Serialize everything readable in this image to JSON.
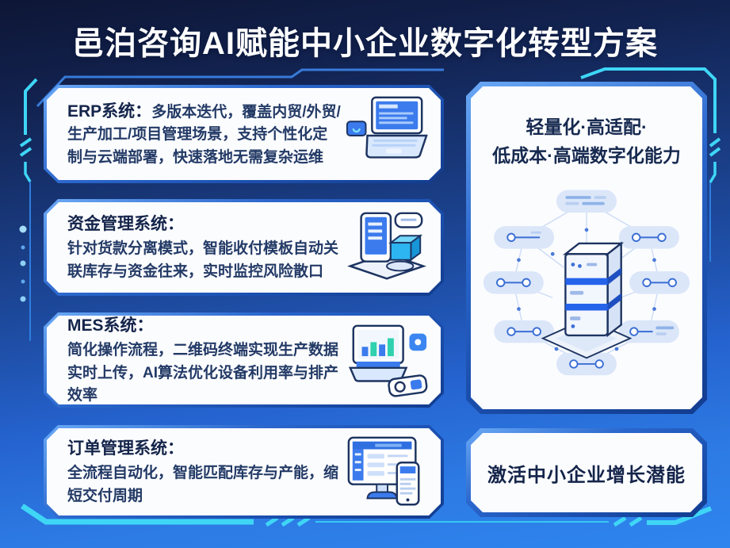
{
  "title": "邑泊咨询AI赋能中小企业数字化转型方案",
  "cards": [
    {
      "heading": "ERP系统：",
      "body": "多版本迭代，覆盖内贸/外贸/生产加工/项目管理场景，支持个性化定制与云端部署，快速落地无需复杂运维",
      "icon": "laptop-tag-icon"
    },
    {
      "heading": "资金管理系统：",
      "body": "针对货款分离模式，智能收付模板自动关联库存与资金往来，实时监控风险散口",
      "icon": "tablet-cube-icon"
    },
    {
      "heading": "MES系统：",
      "body": "简化操作流程，二维码终端实现生产数据实时上传，AI算法优化设备利用率与排产效率",
      "icon": "monitor-chart-icon"
    },
    {
      "heading": "订单管理系统：",
      "body": "全流程自动化，智能匹配库存与产能，缩短交付周期",
      "icon": "desktop-phone-icon"
    }
  ],
  "highlight_card": {
    "heading_line1": "轻量化·高适配·",
    "heading_line2": "低成本·高端数字化能力",
    "illustration": "server-network-illustration"
  },
  "bottom_card": {
    "text": "激活中小企业增长潜能"
  },
  "colors": {
    "background_top": "#0d1635",
    "background_bottom": "#2f85ee",
    "accent_cyan": "#3fd6f6",
    "frame_blue": "#1b4fae",
    "card_bg": "#fbfcfe",
    "heading_text": "#14244a",
    "body_text": "#233a66",
    "title_text": "#ffffff"
  }
}
